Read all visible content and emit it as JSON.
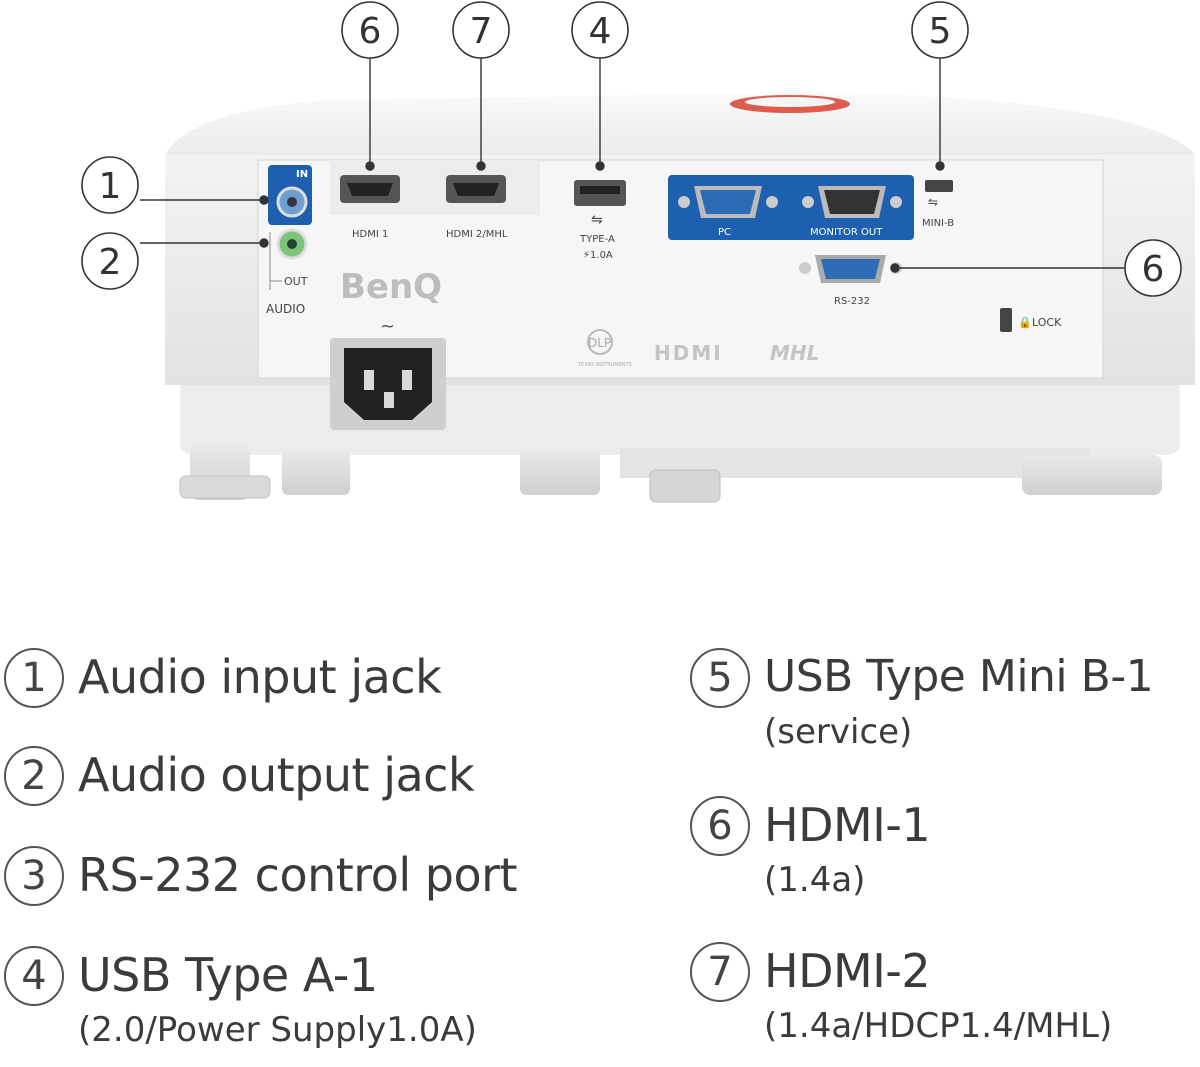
{
  "callouts": {
    "top": [
      "6",
      "7",
      "4",
      "5"
    ],
    "left": [
      "1",
      "2"
    ],
    "right": [
      "6"
    ]
  },
  "panel_labels": {
    "in": "IN",
    "out": "OUT",
    "audio": "AUDIO",
    "hdmi1": "HDMI 1",
    "hdmi2": "HDMI 2/MHL",
    "type_a": "TYPE-A",
    "type_a_power": "⚡1.0A",
    "pc": "PC",
    "monitor_out": "MONITOR OUT",
    "mini_b": "MINI-B",
    "rs232": "RS-232",
    "lock": "LOCK",
    "brand": "BenQ",
    "dlp": "DLP",
    "dlp_sub": "TEXAS INSTRUMENTS",
    "hdmi_logo": "HDMI",
    "mhl_logo": "MHL",
    "ac_symbol": "~"
  },
  "legend": [
    {
      "num": "1",
      "label": "Audio input jack",
      "sub": ""
    },
    {
      "num": "2",
      "label": "Audio output jack",
      "sub": ""
    },
    {
      "num": "3",
      "label": "RS-232 control port",
      "sub": ""
    },
    {
      "num": "4",
      "label": "USB Type A-1",
      "sub": "(2.0/Power Supply1.0A)"
    },
    {
      "num": "5",
      "label": "USB Type Mini B-1",
      "sub": "(service)"
    },
    {
      "num": "6",
      "label": "HDMI-1",
      "sub": "(1.4a)"
    },
    {
      "num": "7",
      "label": "HDMI-2",
      "sub": "(1.4a/HDCP1.4/MHL)"
    }
  ],
  "colors": {
    "panel_blue": "#1f5fb0",
    "audio_in": "#6f9fd1",
    "audio_out": "#7bc47a",
    "accent_red": "#d8412f"
  }
}
